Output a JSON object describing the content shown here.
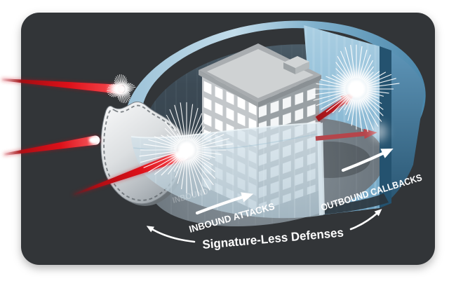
{
  "diagram": {
    "caption": "Signature-Less Defenses",
    "labels": {
      "inbound": "INBOUND ATTACKS",
      "inbound_ghost": "INBOUND",
      "outbound": "OUTBOUND CALLBACKS",
      "caption": "Signature-Less Defenses"
    },
    "elements": {
      "barrier": "translucent cylindrical defense perimeter",
      "building": "protected enterprise building",
      "shield": "defense shield blocking inbound laser attacks",
      "inbound_beam_count": 3,
      "outbound_arrow_count": 2
    },
    "colors": {
      "page_bg": "#ffffff",
      "card_bg": "#333538",
      "barrier_rim_light": "#b3d2e2",
      "barrier_rim_mid": "#5e95b8",
      "barrier_back_wall": "#3c4a55",
      "barrier_panel": "#8fbcd6",
      "barrier_cut_edge": "#24526f",
      "front_wall": "#c8dae4",
      "floor": "#7a848b",
      "building_left_face": "#c3c7ca",
      "building_right_face": "#99a0a4",
      "roof": "#cfd2d3",
      "window": "#ffffff",
      "shield_light": "#f2f3f4",
      "shield_dark": "#879096",
      "laser_red": "#e0121a",
      "arrow_red": "#c22128",
      "arrow_dark_red": "#b5454b",
      "label_text": "#ffffff"
    }
  }
}
